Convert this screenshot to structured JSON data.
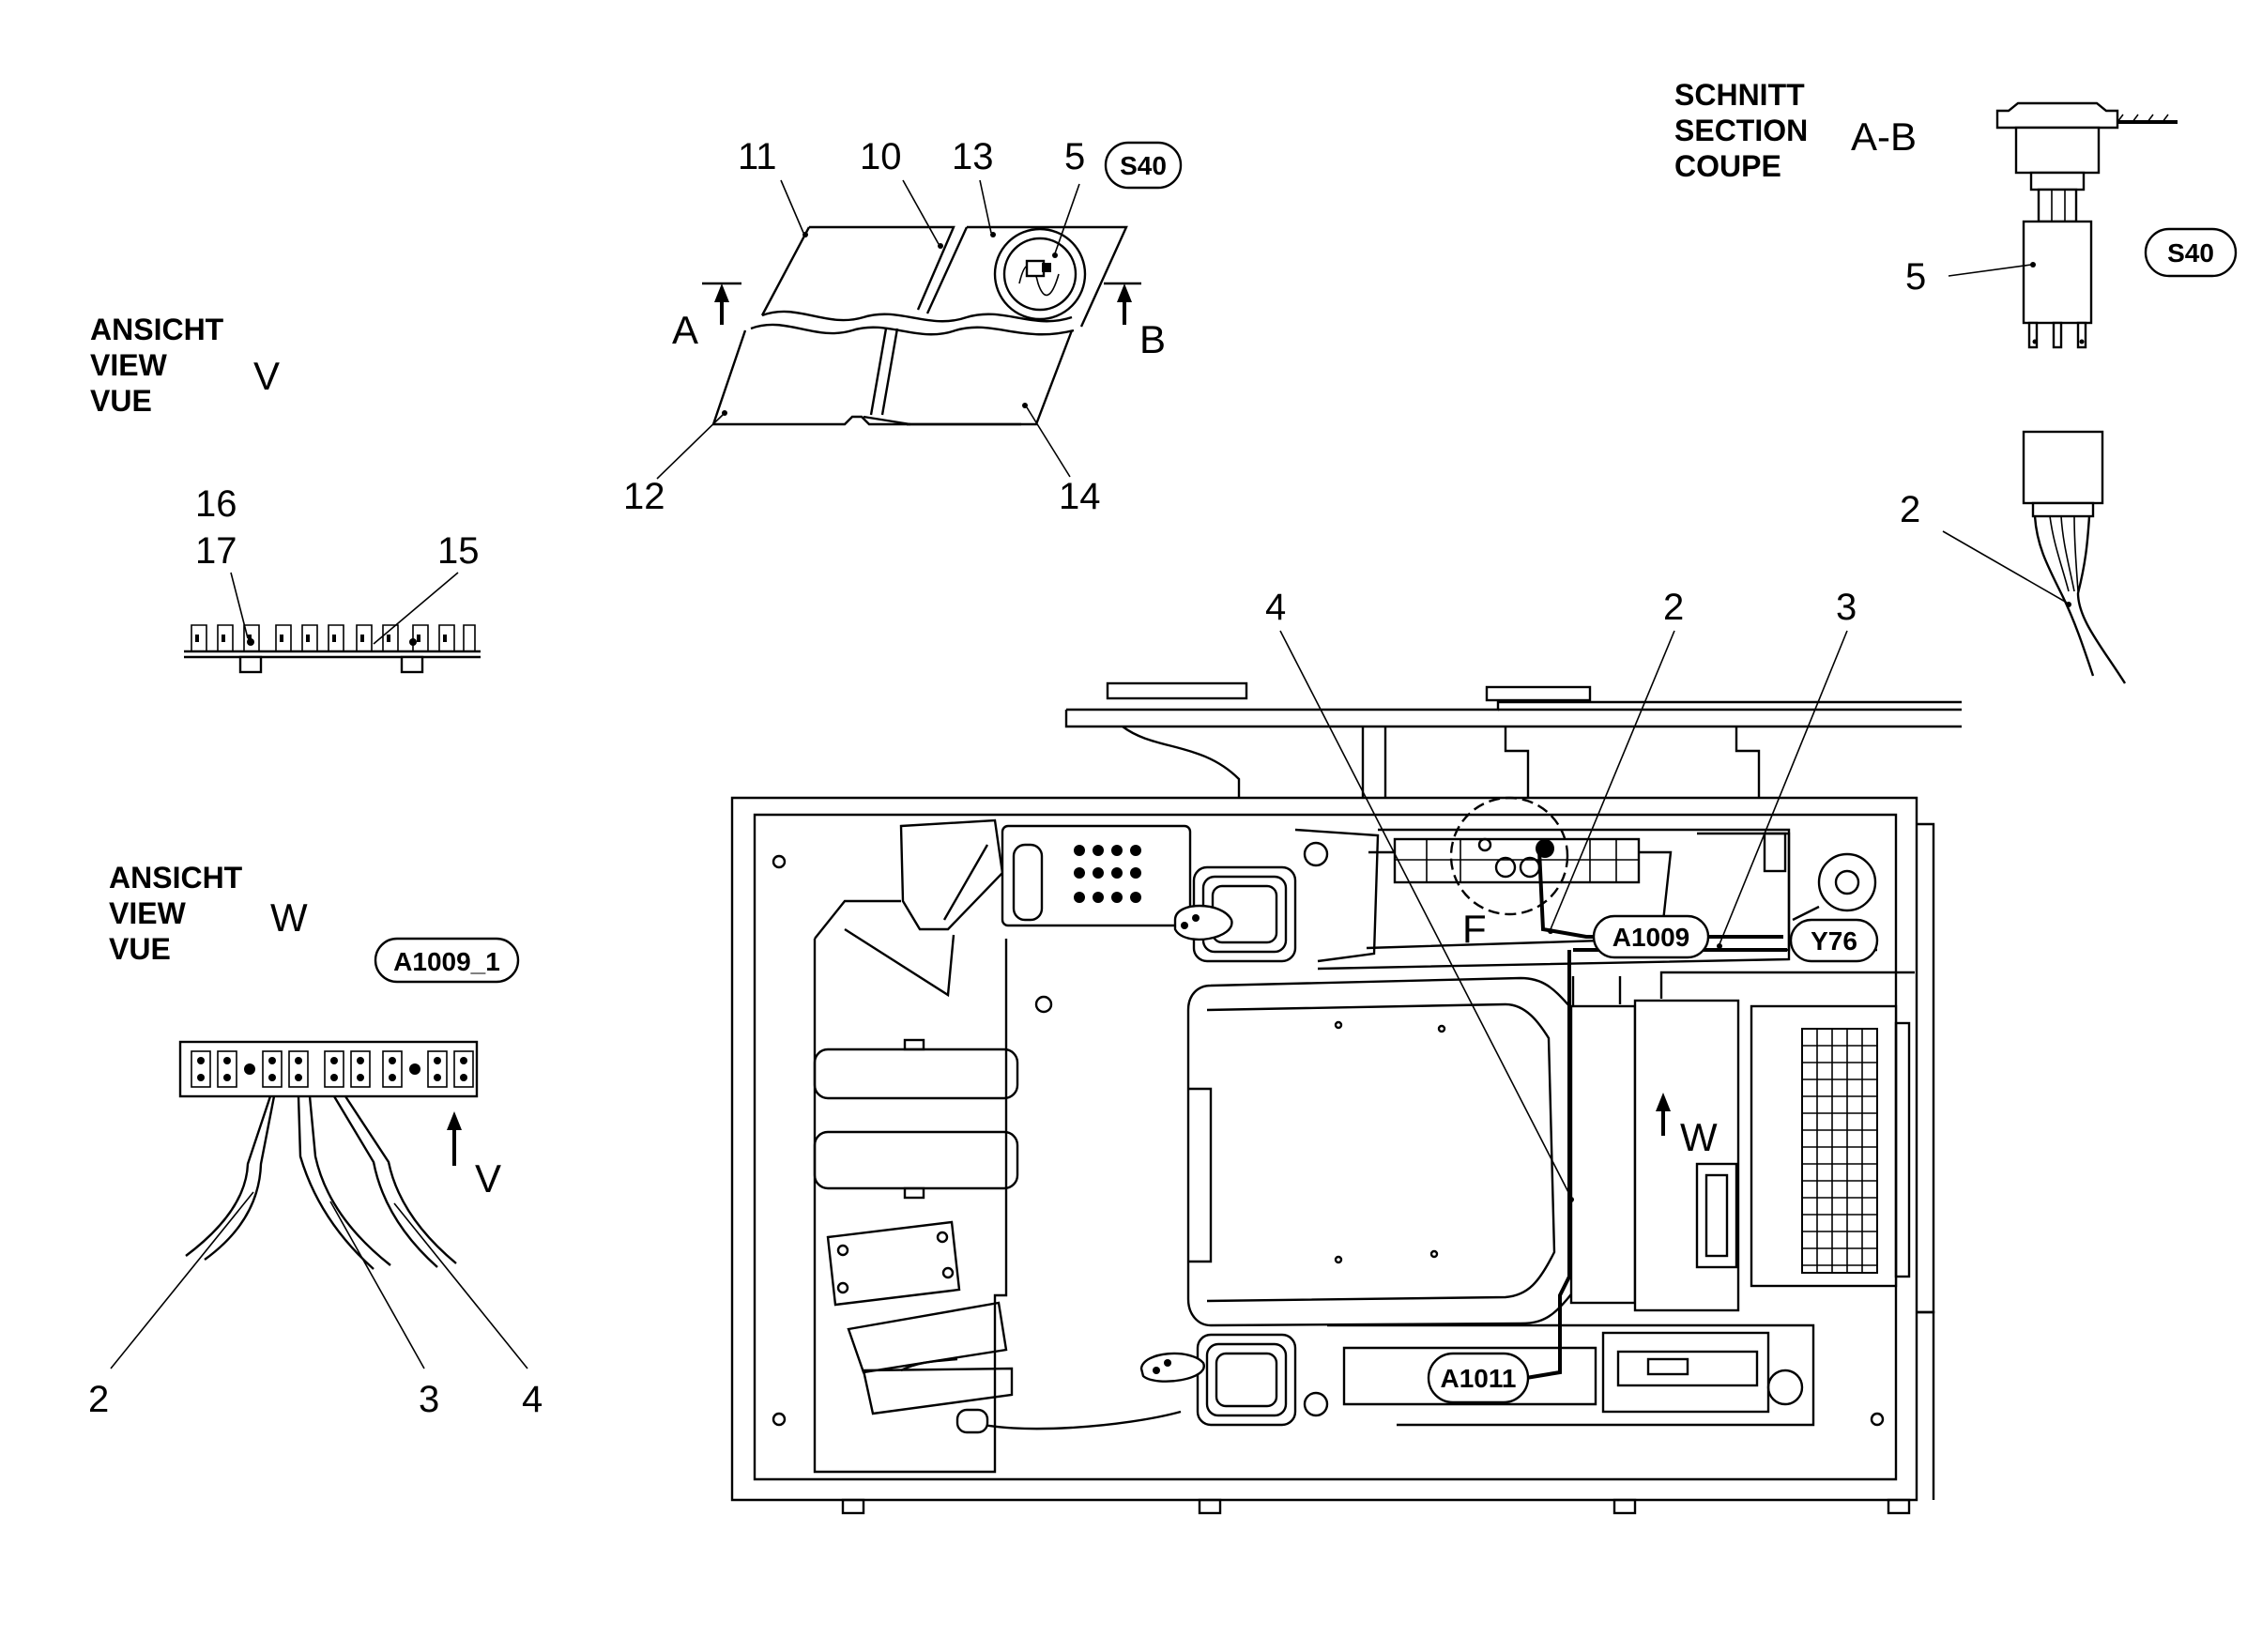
{
  "view_v": {
    "heading": [
      "ANSICHT",
      "VIEW",
      "VUE"
    ],
    "letter": "V"
  },
  "view_w": {
    "heading": [
      "ANSICHT",
      "VIEW",
      "VUE"
    ],
    "letter": "W",
    "tag": "A1009_1"
  },
  "section_ab": {
    "heading": [
      "SCHNITT",
      "SECTION",
      "COUPE"
    ],
    "letter": "A-B",
    "tag": "S40"
  },
  "panel": {
    "tag": "S40",
    "section_mark_a": "A",
    "section_mark_b": "B"
  },
  "main": {
    "letter_f": "F",
    "letter_w": "W",
    "tags": [
      "A1009",
      "Y76",
      "A1011"
    ]
  },
  "callouts": {
    "panel": [
      "11",
      "10",
      "13",
      "5",
      "12",
      "14"
    ],
    "view_v": [
      "16",
      "17",
      "15"
    ],
    "view_w": [
      "2",
      "3",
      "4"
    ],
    "view_w_arrow": "V",
    "section": [
      "5",
      "2"
    ],
    "main": [
      "4",
      "2",
      "3"
    ]
  }
}
